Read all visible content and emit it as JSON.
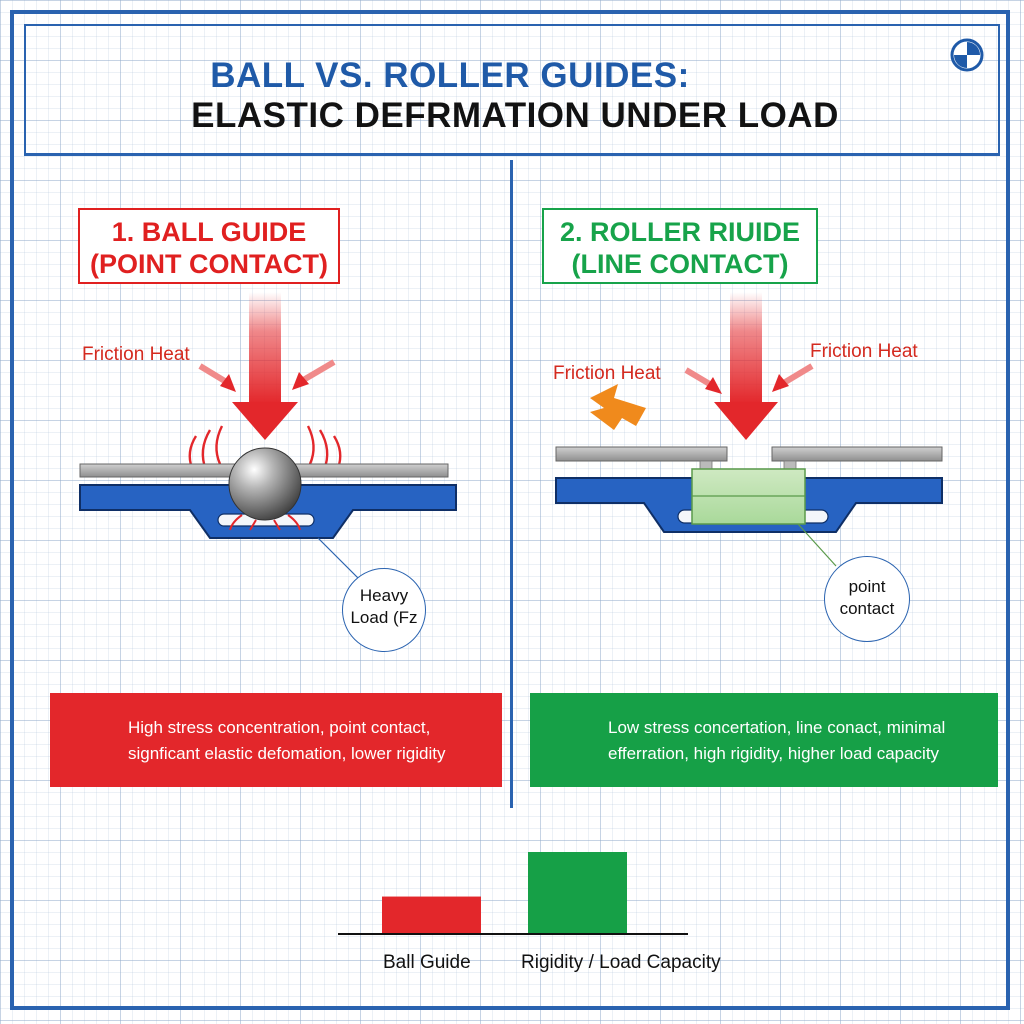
{
  "title": {
    "line1": "BALL VS. ROLLER GUIDES:",
    "line2": "ELASTIC DEFRMATION UNDER LOAD"
  },
  "logo": {
    "icon": "roundel-logo-icon"
  },
  "left_panel": {
    "heading_line1": "1. BALL GUIDE",
    "heading_line2": "(POINT CONTACT)",
    "friction_label": "Friction Heat",
    "callout_line1": "Heavy",
    "callout_line2": "Load (Fz",
    "banner_line1": "High stress concentration, point contact,",
    "banner_line2": "signficant elastic defomation, lower rigidity",
    "banner_icon": "x-circle-icon",
    "color": "#e3272b"
  },
  "right_panel": {
    "heading_line1": "2. ROLLER RIUIDE",
    "heading_line2": "(LINE CONTACT)",
    "friction_label_left": "Friction Heat",
    "friction_label_right": "Friction Heat",
    "callout_line1": "point",
    "callout_line2": "contact",
    "banner_line1": "Low stress concertation, line conact, minimal",
    "banner_line2": "efferration, high rigidity, higher load capacity",
    "banner_icon": "check-circle-icon",
    "color": "#16a047"
  },
  "chart_data": {
    "type": "bar",
    "categories": [
      "Ball Guide",
      "Rigidity / Load Capacity"
    ],
    "values": [
      0.45,
      1.0
    ],
    "colors": [
      "#e3272b",
      "#16a047"
    ],
    "xlabel": "",
    "ylabel": "",
    "grid": false
  }
}
